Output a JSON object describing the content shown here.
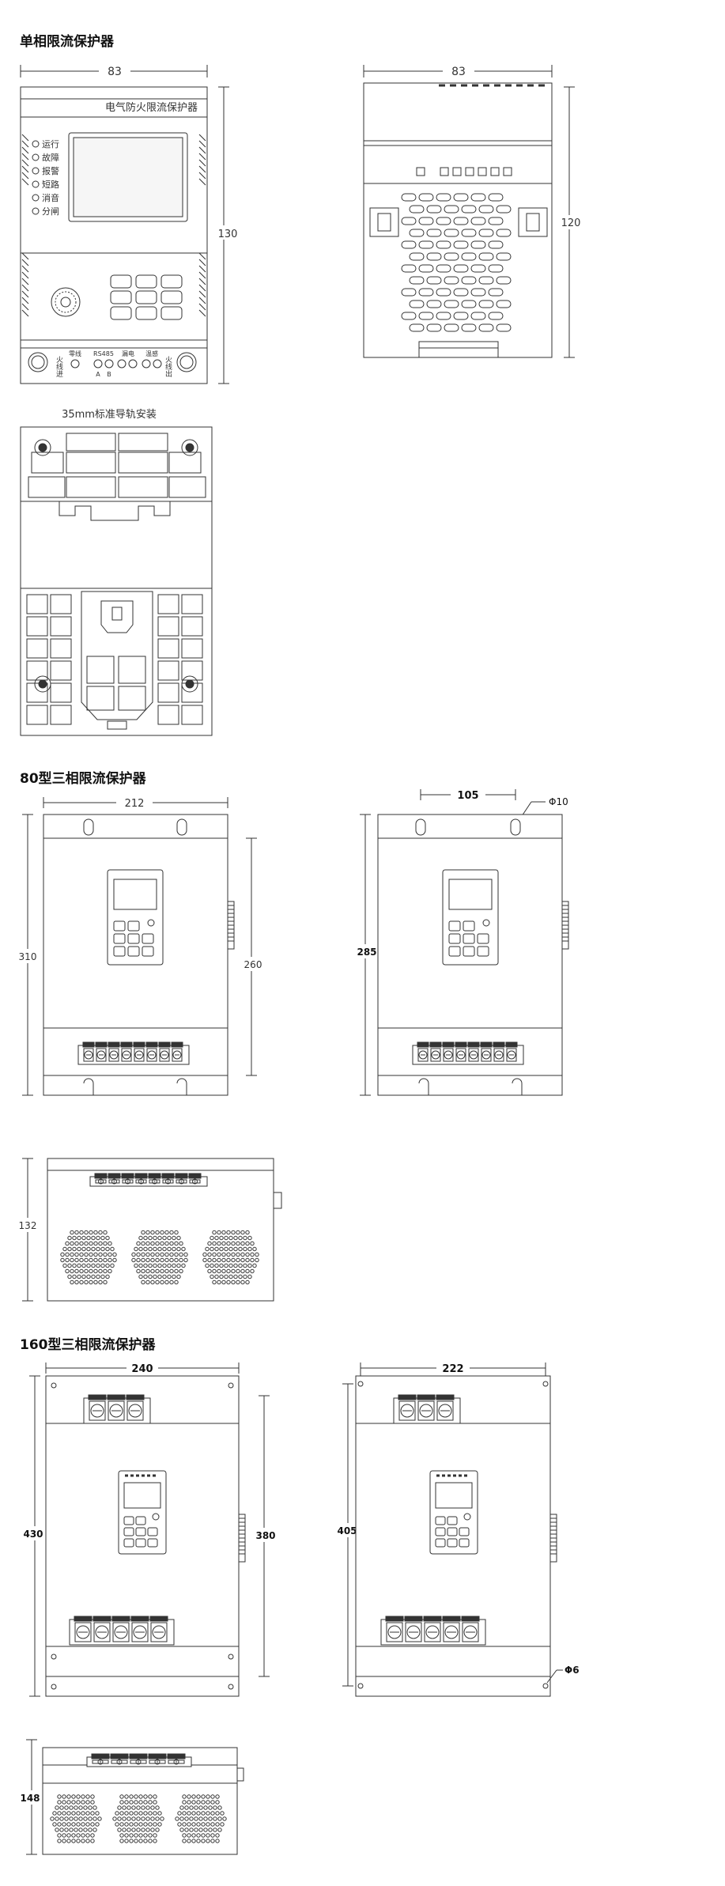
{
  "sections": {
    "single": {
      "title": "单相限流保护器"
    },
    "three80": {
      "title": "80型三相限流保护器"
    },
    "three160": {
      "title": "160型三相限流保护器"
    }
  },
  "single": {
    "front": {
      "width_label": "83",
      "height_label": "130",
      "device_label": "电气防火限流保护器",
      "indicators": [
        "运行",
        "故障",
        "报警",
        "短路",
        "消音",
        "分闸"
      ],
      "terminal_labels": {
        "live_in": "火线进",
        "neutral": "零线",
        "rs485": "RS485",
        "rs485_a": "A",
        "rs485_b": "B",
        "leakage": "漏电",
        "temperature": "温感",
        "live_out": "火线出"
      }
    },
    "side": {
      "width_label": "83",
      "height_label": "120"
    },
    "back": {
      "caption": "35mm标准导轨安装"
    }
  },
  "three80": {
    "front": {
      "width_label": "212",
      "height_label": "310",
      "inner_height_label": "260"
    },
    "back": {
      "hole_spacing_label": "105",
      "hole_dia_label": "Φ10",
      "height_label": "285"
    },
    "side": {
      "height_label": "132"
    }
  },
  "three160": {
    "front": {
      "width_label": "240",
      "height_label": "430",
      "inner_height_label": "380"
    },
    "back": {
      "width_label": "222",
      "height_label": "405",
      "hole_dia_label": "Φ6"
    },
    "side": {
      "height_label": "148"
    }
  },
  "colors": {
    "line": "#333333",
    "panel": "#f3f3f3",
    "screen": "#dcdcdc"
  }
}
